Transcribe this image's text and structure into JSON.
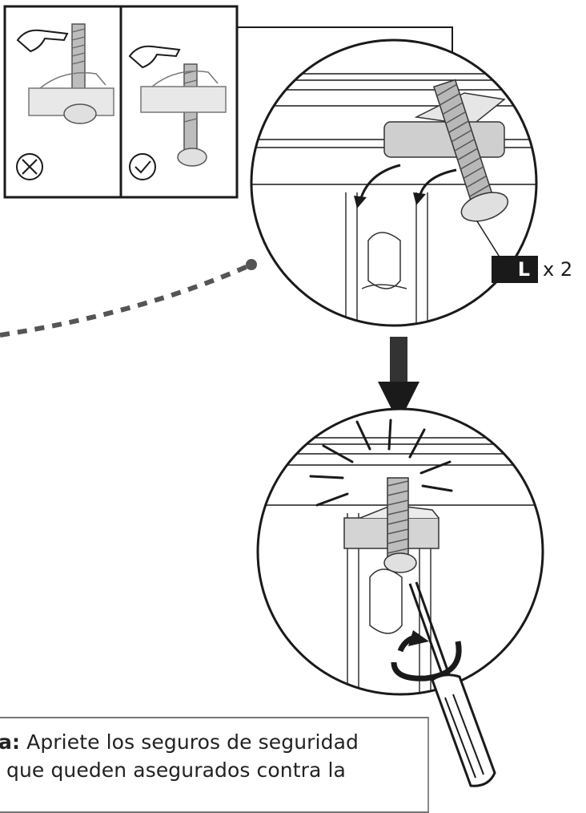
{
  "instruction": {
    "bold": "a:",
    "text_line1": " Apriete los seguros de seguridad",
    "text_line2": "que queden asegurados contra la"
  },
  "hardware_tag": {
    "code": "L",
    "quantity": "x 2"
  },
  "panels": {
    "wrong_symbol": "⊗",
    "right_symbol": "✓"
  },
  "colors": {
    "line": "#1a1a1a",
    "fill_grey": "#d9d9d9",
    "dots": "#555555"
  }
}
